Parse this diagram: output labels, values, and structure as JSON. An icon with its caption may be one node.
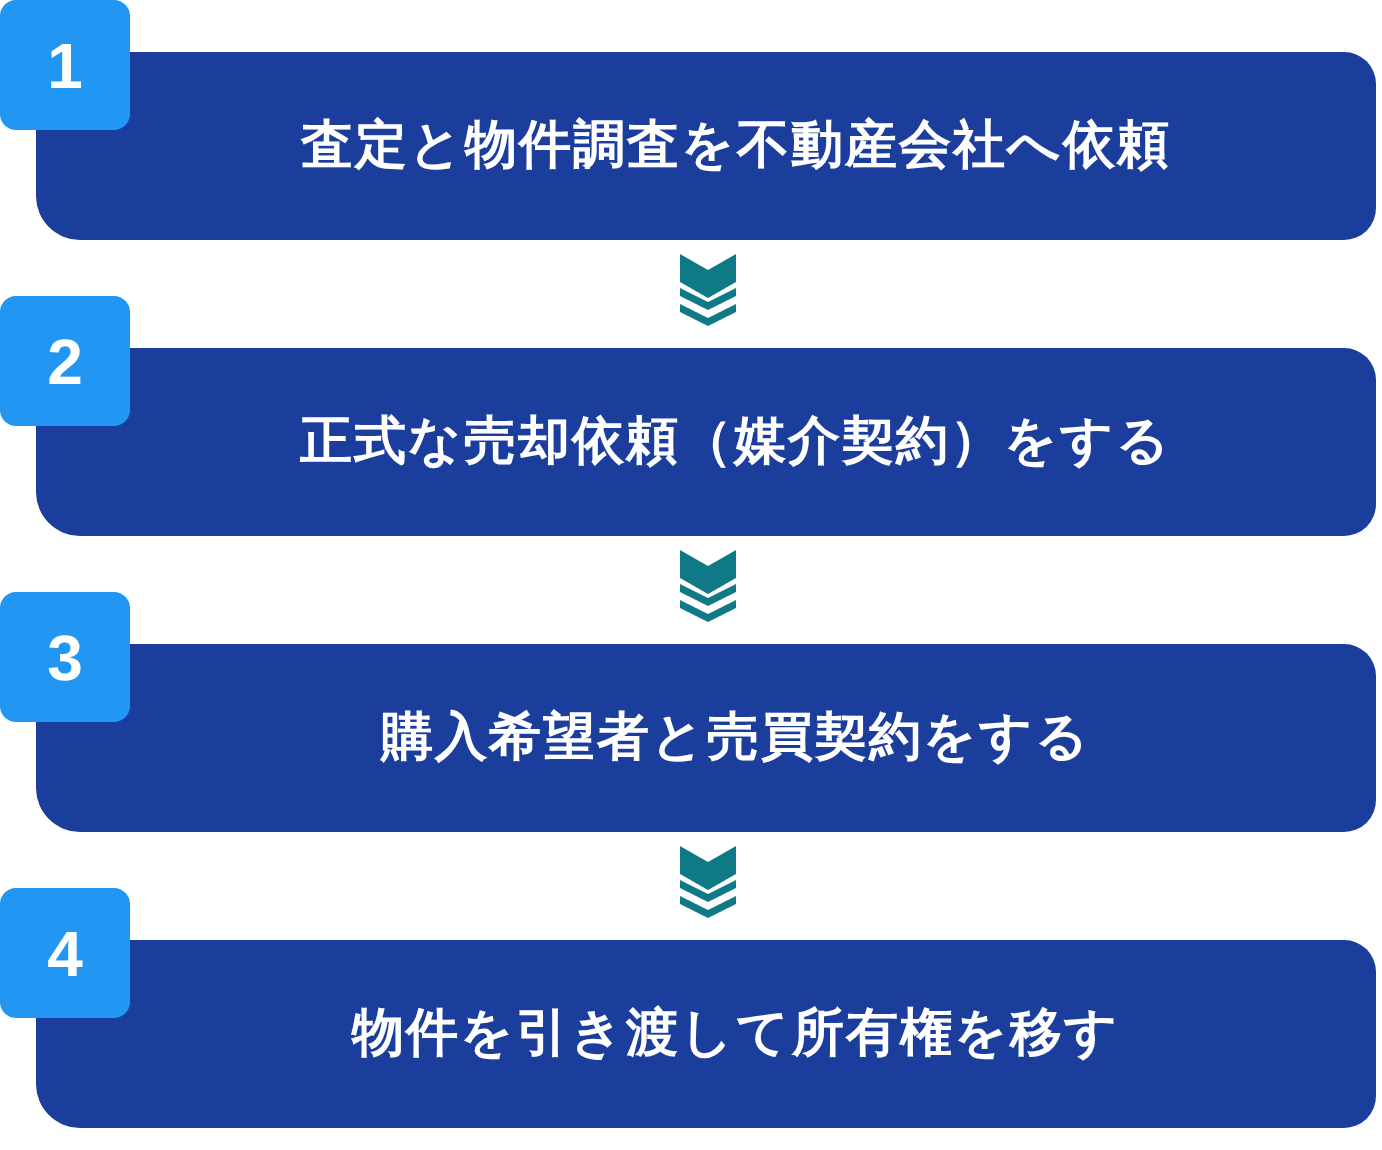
{
  "diagram": {
    "nodes": [
      {
        "text": [
          "1"
        ]
      },
      {
        "text": [
          "査定と物件調査を不動産会社へ依頼"
        ]
      },
      {
        "text": [
          "2"
        ]
      },
      {
        "text": [
          "正式な売却依頼（媒介契約）をする"
        ]
      },
      {
        "text": [
          "3"
        ]
      },
      {
        "text": [
          "購入希望者と売買契約をする"
        ]
      },
      {
        "text": [
          "4"
        ]
      },
      {
        "text": [
          "物件を引き渡して所有権を移す"
        ]
      }
    ],
    "edges": [
      {
        "from": 1,
        "to": 3,
        "arrow": "to"
      },
      {
        "from": 3,
        "to": 5,
        "arrow": "to"
      },
      {
        "from": 5,
        "to": 7,
        "arrow": "to"
      }
    ]
  }
}
